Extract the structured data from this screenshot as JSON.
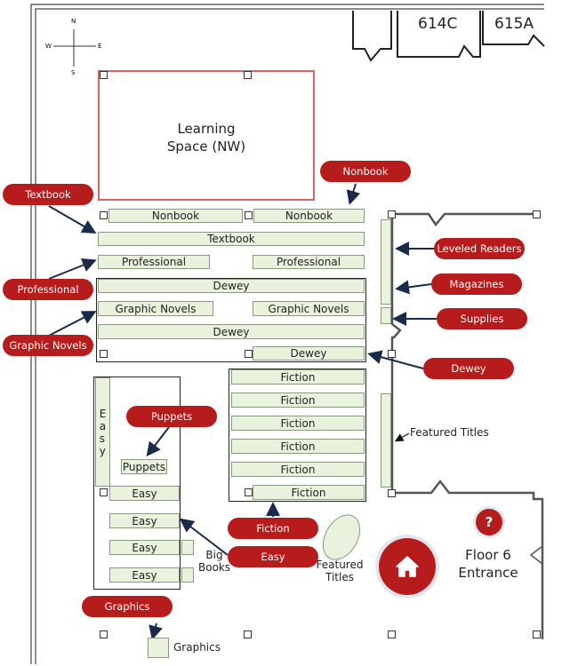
{
  "compass": {
    "n": "N",
    "s": "S",
    "e": "E",
    "w": "W"
  },
  "rooms": {
    "r614c": "614C",
    "r615a": "615A"
  },
  "learning_space": {
    "line1": "Learning",
    "line2": "Space (NW)"
  },
  "shelves": {
    "nonbook_1": "Nonbook",
    "nonbook_2": "Nonbook",
    "textbook": "Textbook",
    "professional_1": "Professional",
    "professional_2": "Professional",
    "dewey_1": "Dewey",
    "graphic_novels_1": "Graphic Novels",
    "graphic_novels_2": "Graphic Novels",
    "dewey_2": "Dewey",
    "dewey_3": "Dewey",
    "fiction": [
      "Fiction",
      "Fiction",
      "Fiction",
      "Fiction",
      "Fiction",
      "Fiction"
    ],
    "easy_vertical": "Easy",
    "puppets": "Puppets",
    "easy": [
      "Easy",
      "Easy",
      "Easy",
      "Easy"
    ]
  },
  "annotations": {
    "big_books_1": "Big",
    "big_books_2": "Books",
    "featured_titles_1": "Featured",
    "featured_titles_2": "Titles",
    "featured_titles_wall": "Featured Titles",
    "floor_1": "Floor 6",
    "floor_2": "Entrance",
    "graphics": "Graphics",
    "help": "?"
  },
  "tags": {
    "textbook": "Textbook",
    "nonbook": "Nonbook",
    "professional": "Professional",
    "graphic_novels": "Graphic Novels",
    "leveled_readers": "Leveled Readers",
    "magazines": "Magazines",
    "supplies": "Supplies",
    "dewey": "Dewey",
    "puppets": "Puppets",
    "fiction": "Fiction",
    "easy": "Easy",
    "graphics": "Graphics"
  },
  "colors": {
    "accent": "#b71c1c",
    "shelf": "#e9f2dc",
    "learning_space_border": "#e06060",
    "arrow": "#1a2a4a"
  },
  "icons": {
    "home": "home-icon",
    "help": "question-icon",
    "compass": "compass-icon"
  }
}
